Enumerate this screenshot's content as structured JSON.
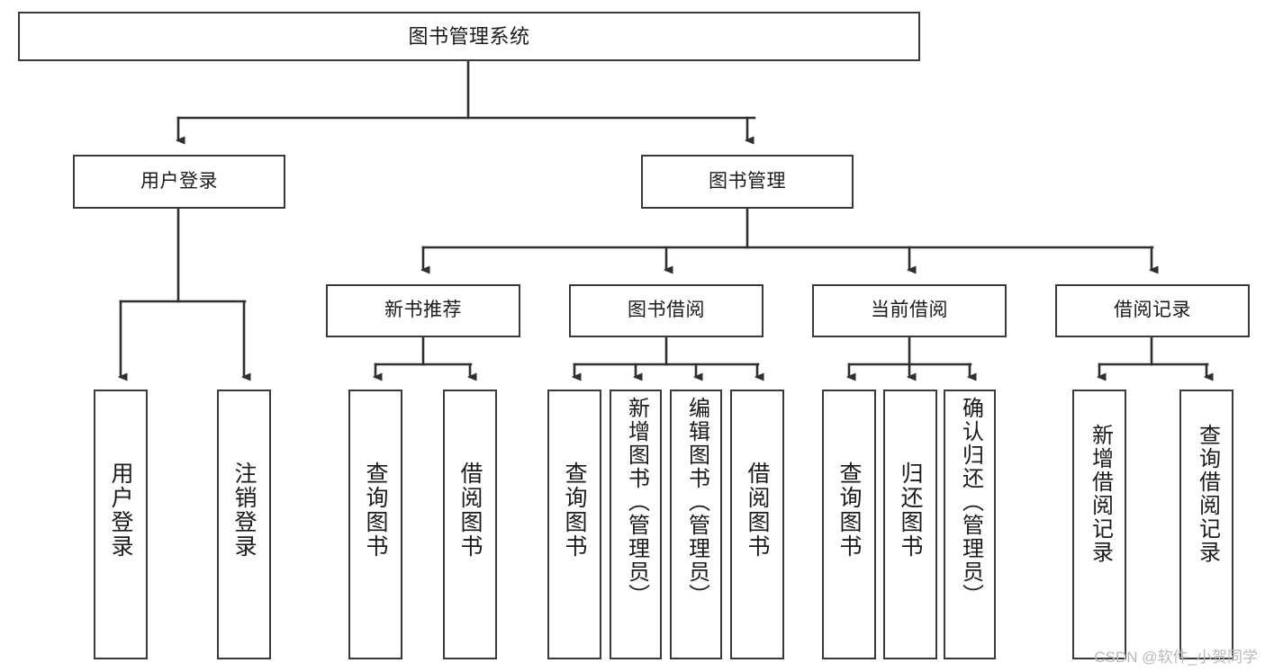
{
  "diagram": {
    "type": "tree",
    "title": "图书管理系统",
    "orientation": "top-down",
    "colors": {
      "box_border": "#3a3a3a",
      "box_fill": "#ffffff",
      "edge": "#2f2f2f",
      "text": "#1b1b1b",
      "watermark": "#b9b9b9",
      "background": "#ffffff"
    },
    "levels": {
      "root": "图书管理系统",
      "level2": [
        "用户登录",
        "图书管理"
      ],
      "level3": [
        "新书推荐",
        "图书借阅",
        "当前借阅",
        "借阅记录"
      ]
    },
    "nodes": {
      "root": {
        "label": "图书管理系统"
      },
      "user_login": {
        "label": "用户登录"
      },
      "book_manage": {
        "label": "图书管理"
      },
      "new_book_rec": {
        "label": "新书推荐"
      },
      "book_borrow": {
        "label": "图书借阅"
      },
      "current_borrow": {
        "label": "当前借阅"
      },
      "borrow_record": {
        "label": "借阅记录"
      },
      "leaf_user_login": {
        "label": "用户登录"
      },
      "leaf_logout": {
        "label": "注销登录"
      },
      "leaf_query_book_1": {
        "label": "查询图书"
      },
      "leaf_borrow_book_1": {
        "label": "借阅图书"
      },
      "leaf_query_book_2": {
        "label": "查询图书"
      },
      "leaf_add_book": {
        "label": "新增图书（管理员）"
      },
      "leaf_edit_book": {
        "label": "编辑图书（管理员）"
      },
      "leaf_borrow_book_2": {
        "label": "借阅图书"
      },
      "leaf_query_book_3": {
        "label": "查询图书"
      },
      "leaf_return_book": {
        "label": "归还图书"
      },
      "leaf_confirm_return": {
        "label": "确认归还（管理员）"
      },
      "leaf_add_record": {
        "label": "新增借阅记录"
      },
      "leaf_query_record": {
        "label": "查询借阅记录"
      }
    },
    "edges": [
      {
        "from": "root",
        "to": "user_login"
      },
      {
        "from": "root",
        "to": "book_manage"
      },
      {
        "from": "user_login",
        "to": "leaf_user_login"
      },
      {
        "from": "user_login",
        "to": "leaf_logout"
      },
      {
        "from": "book_manage",
        "to": "new_book_rec"
      },
      {
        "from": "book_manage",
        "to": "book_borrow"
      },
      {
        "from": "book_manage",
        "to": "current_borrow"
      },
      {
        "from": "book_manage",
        "to": "borrow_record"
      },
      {
        "from": "new_book_rec",
        "to": "leaf_query_book_1"
      },
      {
        "from": "new_book_rec",
        "to": "leaf_borrow_book_1"
      },
      {
        "from": "book_borrow",
        "to": "leaf_query_book_2"
      },
      {
        "from": "book_borrow",
        "to": "leaf_add_book"
      },
      {
        "from": "book_borrow",
        "to": "leaf_edit_book"
      },
      {
        "from": "book_borrow",
        "to": "leaf_borrow_book_2"
      },
      {
        "from": "current_borrow",
        "to": "leaf_query_book_3"
      },
      {
        "from": "current_borrow",
        "to": "leaf_return_book"
      },
      {
        "from": "current_borrow",
        "to": "leaf_confirm_return"
      },
      {
        "from": "borrow_record",
        "to": "leaf_add_record"
      },
      {
        "from": "borrow_record",
        "to": "leaf_query_record"
      }
    ]
  },
  "watermark": {
    "text": "CSDN @软件_小贺同学"
  }
}
